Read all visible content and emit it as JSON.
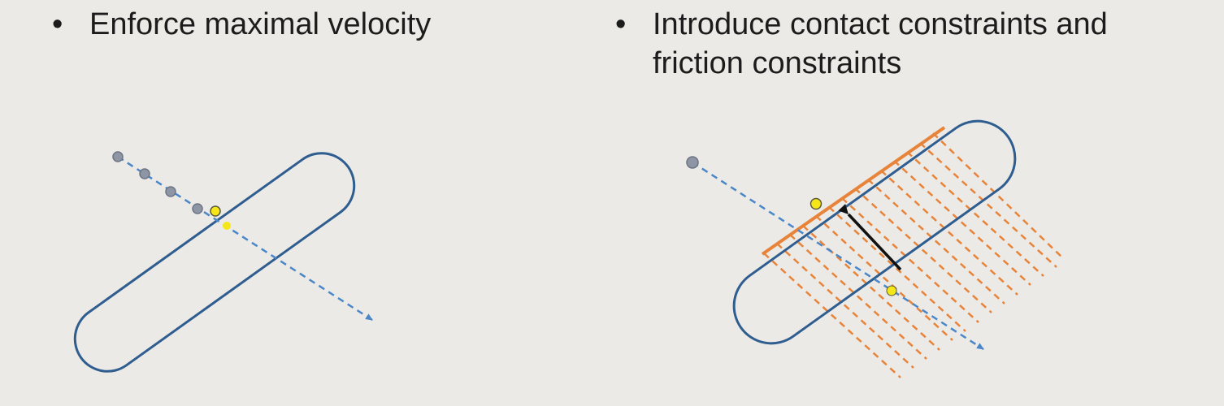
{
  "bullets": [
    {
      "marker": "•",
      "line1": "Enforce maximal velocity"
    },
    {
      "marker": "•",
      "line1": "Introduce contact constraints and",
      "line2": "friction constraints"
    }
  ],
  "colors": {
    "background": "#ebeae6",
    "capsule": "#2f5d8f",
    "trajectory": "#4a86c8",
    "grey_point": "#8e96a6",
    "yellow_point": "#f5e61a",
    "constraint": "#e8843a",
    "arrow": "#111111"
  }
}
